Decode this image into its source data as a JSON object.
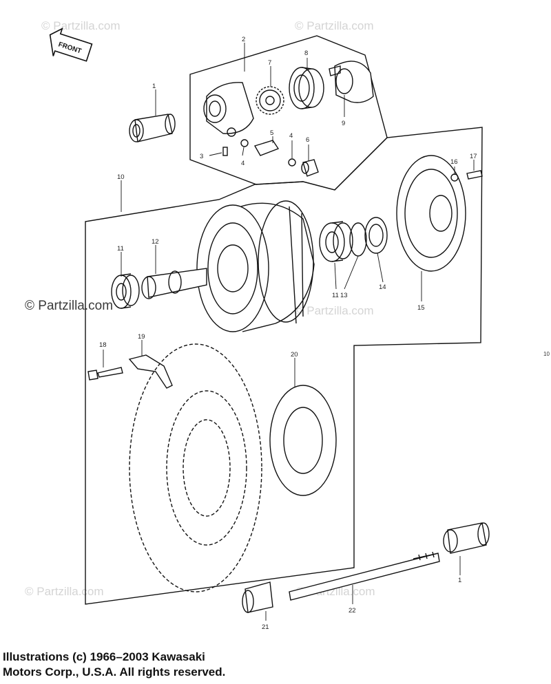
{
  "watermarks": {
    "site": "© Partzilla.com",
    "site_bold": "© Partzilla.com"
  },
  "front_label": "FRONT",
  "caption": {
    "line1": "Illustrations (c) 1966–2003 Kawasaki",
    "line2": "Motors Corp., U.S.A.  All rights reserved."
  },
  "edge_marks": {
    "right": "10"
  },
  "callouts": [
    {
      "id": "c1a",
      "label": "1"
    },
    {
      "id": "c2",
      "label": "2"
    },
    {
      "id": "c3",
      "label": "3"
    },
    {
      "id": "c4a",
      "label": "4"
    },
    {
      "id": "c4b",
      "label": "4"
    },
    {
      "id": "c5",
      "label": "5"
    },
    {
      "id": "c6",
      "label": "6"
    },
    {
      "id": "c7",
      "label": "7"
    },
    {
      "id": "c8",
      "label": "8"
    },
    {
      "id": "c9",
      "label": "9"
    },
    {
      "id": "c10",
      "label": "10"
    },
    {
      "id": "c11a",
      "label": "11"
    },
    {
      "id": "c12",
      "label": "12"
    },
    {
      "id": "c11b",
      "label": "11"
    },
    {
      "id": "c13",
      "label": "13"
    },
    {
      "id": "c14",
      "label": "14"
    },
    {
      "id": "c15",
      "label": "15"
    },
    {
      "id": "c16",
      "label": "16"
    },
    {
      "id": "c17",
      "label": "17"
    },
    {
      "id": "c18",
      "label": "18"
    },
    {
      "id": "c19",
      "label": "19"
    },
    {
      "id": "c20",
      "label": "20"
    },
    {
      "id": "c1b",
      "label": "1"
    },
    {
      "id": "c21",
      "label": "21"
    },
    {
      "id": "c22",
      "label": "22"
    }
  ]
}
